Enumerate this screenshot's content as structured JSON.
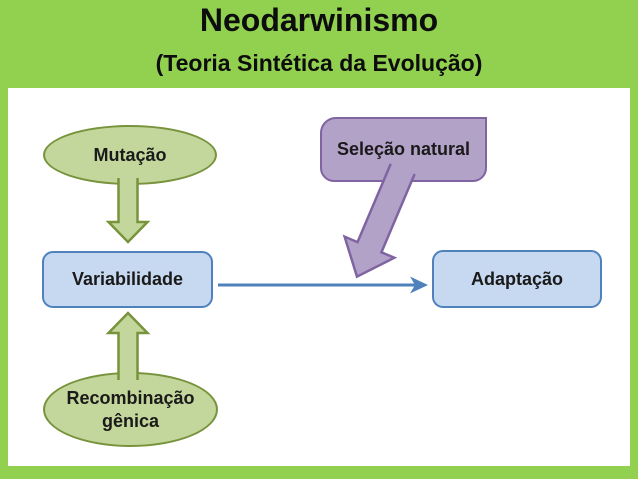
{
  "title": "Neodarwinismo",
  "subtitle": "(Teoria Sintética da Evolução)",
  "diagram": {
    "nodes": {
      "mutacao": {
        "label": "Mutação",
        "shape": "ellipse",
        "fill": "#c3d69b",
        "border": "#77933c"
      },
      "selecao": {
        "label": "Seleção natural",
        "shape": "rounded-rectangle",
        "fill": "#b2a2c7",
        "border": "#8064a2"
      },
      "variabilidade": {
        "label": "Variabilidade",
        "shape": "rounded-rectangle",
        "fill": "#c6d9f0",
        "border": "#4f81bd"
      },
      "adaptacao": {
        "label": "Adaptação",
        "shape": "rounded-rectangle",
        "fill": "#c6d9f0",
        "border": "#4f81bd"
      },
      "recombinacao": {
        "label": "Recombinação\ngênica",
        "shape": "ellipse",
        "fill": "#c3d69b",
        "border": "#77933c"
      }
    },
    "edges": [
      {
        "from": "mutacao",
        "to": "variabilidade",
        "style": "green-block-arrow-down"
      },
      {
        "from": "recombinacao",
        "to": "variabilidade",
        "style": "green-block-arrow-up"
      },
      {
        "from": "selecao",
        "to": "variabilidade-adaptacao-link",
        "style": "purple-block-arrow"
      },
      {
        "from": "variabilidade",
        "to": "adaptacao",
        "style": "blue-line-arrow"
      }
    ]
  },
  "colors": {
    "background": "#92d050",
    "panel": "#ffffff",
    "text": "#0d0d0d",
    "green_shape_fill": "#c3d69b",
    "green_shape_border": "#77933c",
    "blue_shape_fill": "#c6d9f0",
    "blue_shape_border": "#4f81bd",
    "purple_shape_fill": "#b2a2c7",
    "purple_shape_border": "#8064a2"
  }
}
